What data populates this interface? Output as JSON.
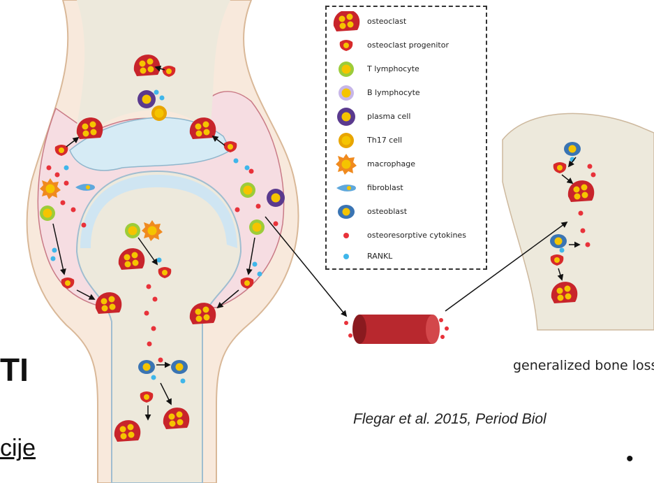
{
  "legend": {
    "items": [
      {
        "label": "osteoclast",
        "icon": "osteoclast-icon"
      },
      {
        "label": "osteoclast progenitor",
        "icon": "osteoclast-progenitor-icon"
      },
      {
        "label": "T lymphocyte",
        "icon": "t-lymphocyte-icon"
      },
      {
        "label": "B lymphocyte",
        "icon": "b-lymphocyte-icon"
      },
      {
        "label": "plasma cell",
        "icon": "plasma-cell-icon"
      },
      {
        "label": "Th17 cell",
        "icon": "th17-cell-icon"
      },
      {
        "label": "macrophage",
        "icon": "macrophage-icon"
      },
      {
        "label": "fibroblast",
        "icon": "fibroblast-icon"
      },
      {
        "label": "osteoblast",
        "icon": "osteoblast-icon"
      },
      {
        "label": "osteoresorptive cytokines",
        "icon": "cytokine-dot-icon"
      },
      {
        "label": "RANKL",
        "icon": "rankl-dot-icon"
      }
    ]
  },
  "slide": {
    "heading_fragment": "TI",
    "link_fragment": "cije",
    "citation": "Flegar et al. 2015, Period Biol",
    "generalized_label": "generalized bone loss",
    "bullet": "•"
  },
  "colors": {
    "osteoclast": "#c8242b",
    "nucleus": "#f5c400",
    "cytokine": "#e8323a",
    "rankl": "#3fb6ea",
    "synovium": "#f6dde2",
    "bone": "#ede9dc",
    "cartilage": "#d6ebf5",
    "outline": "#e3c9b4"
  }
}
